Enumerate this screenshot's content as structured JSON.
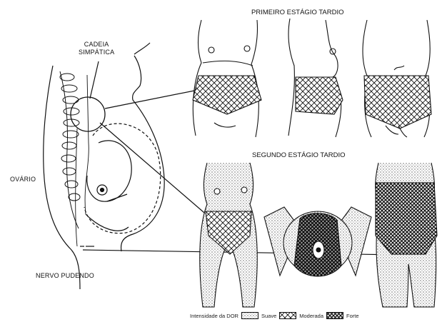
{
  "labels": {
    "sympathetic_chain": [
      "CADEIA",
      "SIMPÁTICA"
    ],
    "ovary": "OVÁRIO",
    "pudendal_nerve": "NERVO PUDENDO"
  },
  "stages": {
    "first_late": "PRIMEIRO ESTÁGIO TARDIO",
    "second_late": "SEGUNDO ESTÁGIO TARDIO"
  },
  "legend": {
    "title": "Intensidade da DOR",
    "items": [
      {
        "label": "Suave",
        "pattern": "dots"
      },
      {
        "label": "Moderada",
        "pattern": "crosshatch-light"
      },
      {
        "label": "Forte",
        "pattern": "crosshatch-dense"
      }
    ]
  },
  "colors": {
    "ink": "#111111",
    "paper": "#ffffff"
  }
}
